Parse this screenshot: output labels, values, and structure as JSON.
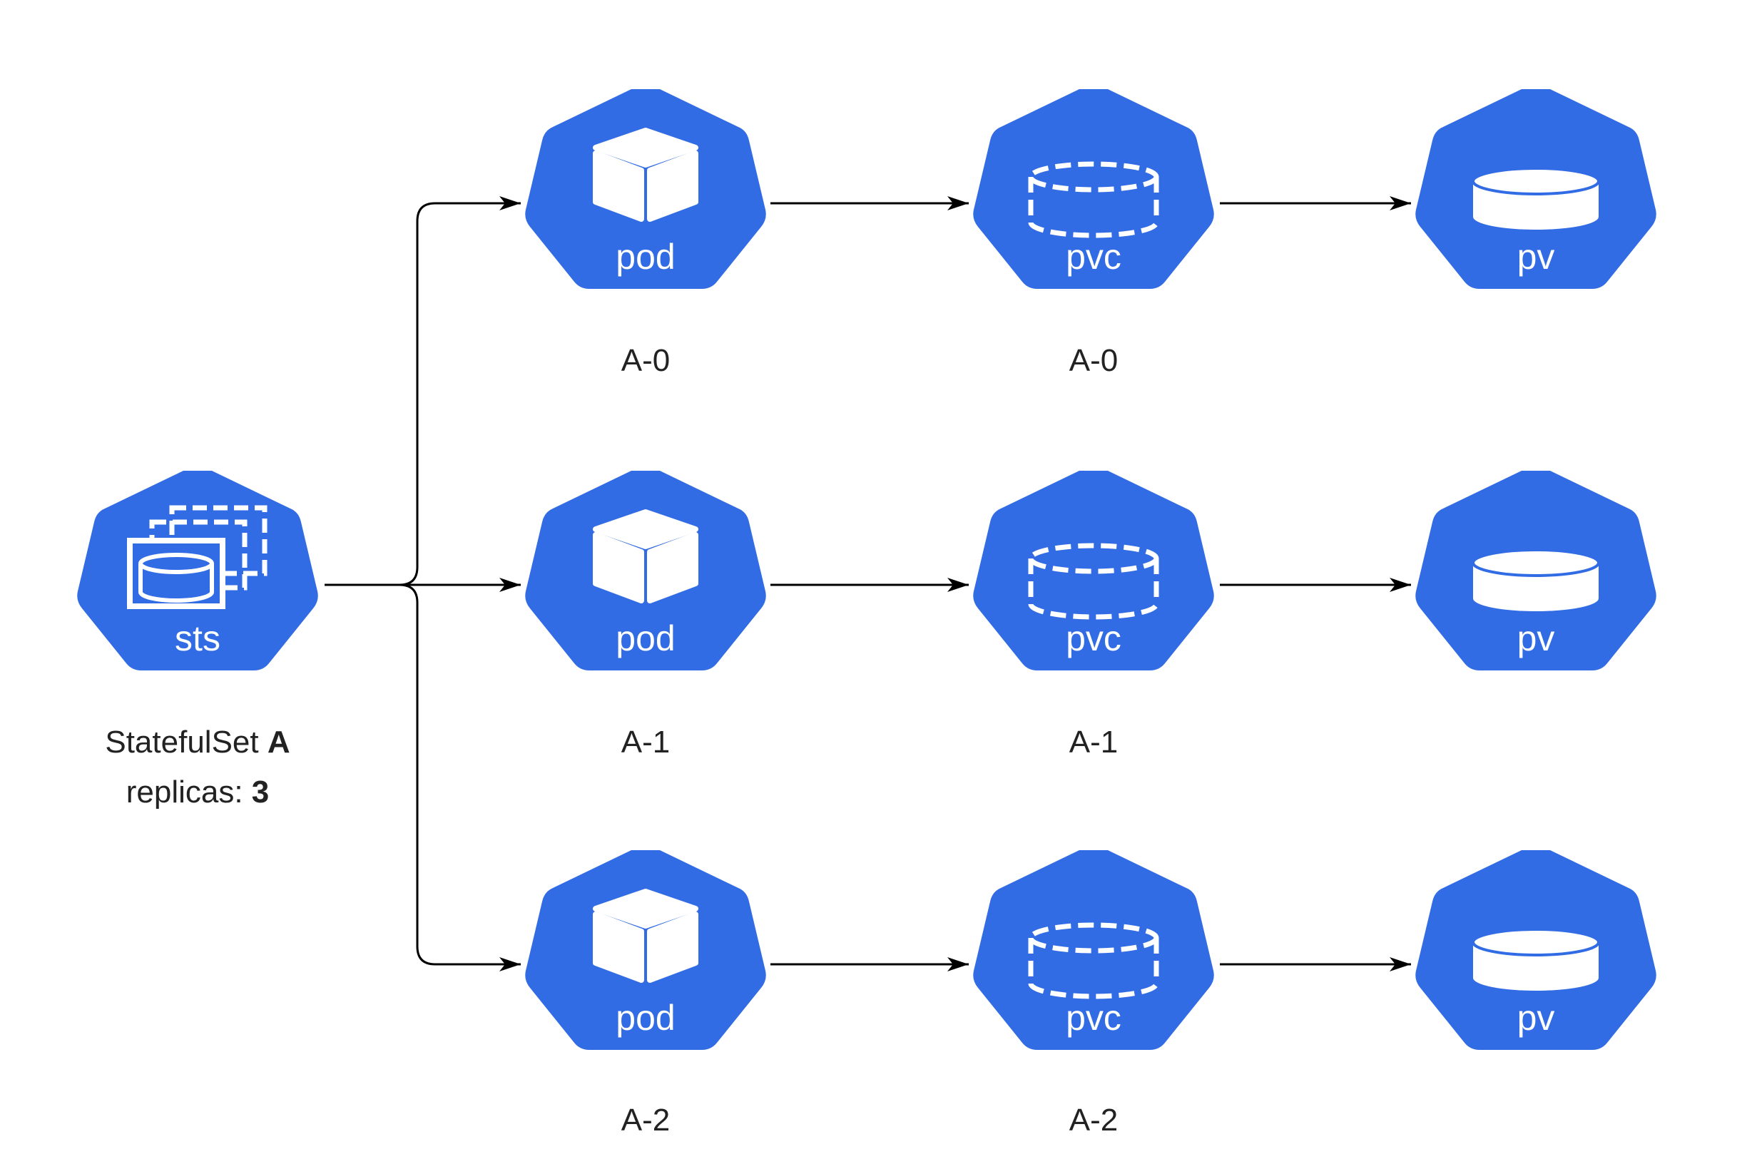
{
  "colors": {
    "node_fill": "#326ce5",
    "icon_stroke": "#ffffff",
    "edge": "#000000",
    "caption": "#222222"
  },
  "statefulset": {
    "icon": "statefulset-icon",
    "label": "sts",
    "caption_prefix": "StatefulSet ",
    "caption_name": "A",
    "replicas_prefix": "replicas: ",
    "replicas_value": "3"
  },
  "rows": [
    {
      "pod": {
        "icon": "cube-icon",
        "label": "pod",
        "caption": "A-0"
      },
      "pvc": {
        "icon": "dashed-cylinder-icon",
        "label": "pvc",
        "caption": "A-0"
      },
      "pv": {
        "icon": "cylinder-icon",
        "label": "pv"
      }
    },
    {
      "pod": {
        "icon": "cube-icon",
        "label": "pod",
        "caption": "A-1"
      },
      "pvc": {
        "icon": "dashed-cylinder-icon",
        "label": "pvc",
        "caption": "A-1"
      },
      "pv": {
        "icon": "cylinder-icon",
        "label": "pv"
      }
    },
    {
      "pod": {
        "icon": "cube-icon",
        "label": "pod",
        "caption": "A-2"
      },
      "pvc": {
        "icon": "dashed-cylinder-icon",
        "label": "pvc",
        "caption": "A-2"
      },
      "pv": {
        "icon": "cylinder-icon",
        "label": "pv"
      }
    }
  ]
}
